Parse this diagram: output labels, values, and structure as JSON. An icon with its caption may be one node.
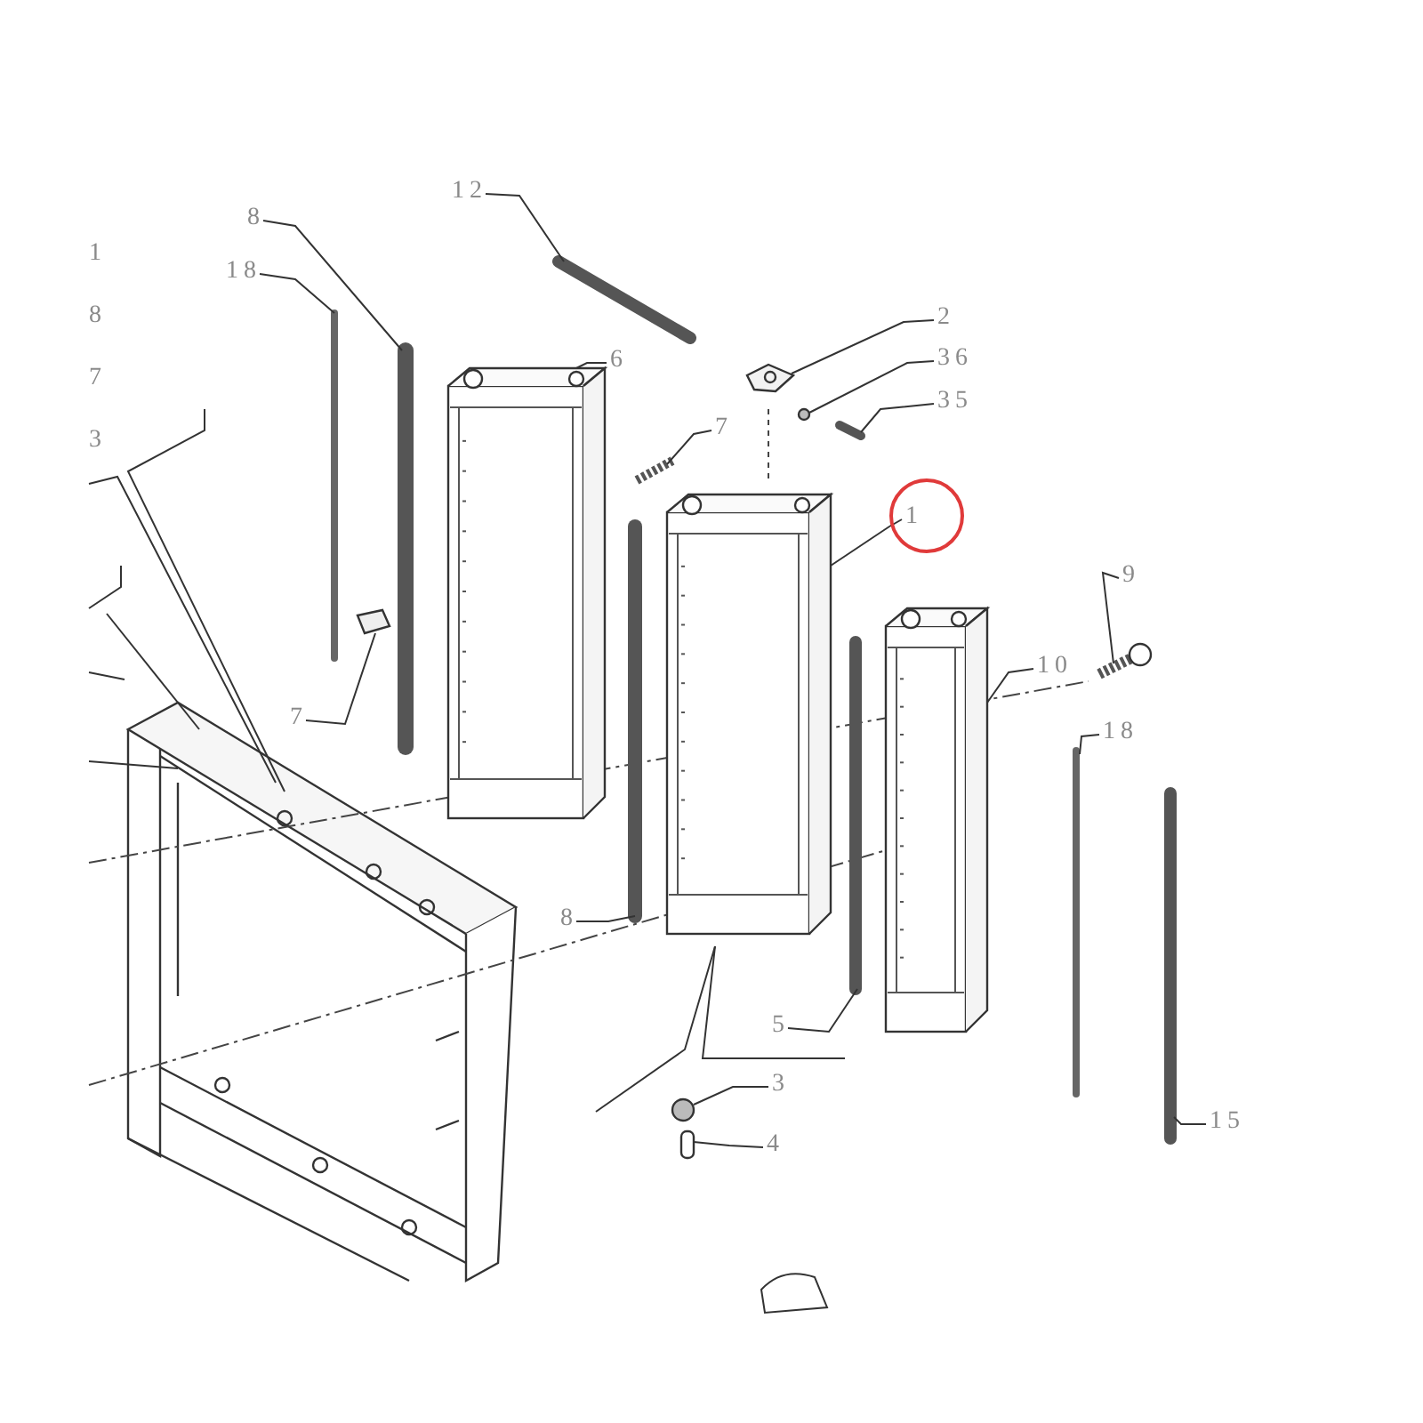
{
  "diagram": {
    "nodes": [
      {
        "text": [
          "12"
        ]
      },
      {
        "text": [
          "8"
        ]
      },
      {
        "text": [
          "18"
        ]
      },
      {
        "text": [
          "7"
        ]
      },
      {
        "text": [
          "6"
        ]
      },
      {
        "text": [
          "7"
        ]
      },
      {
        "text": [
          "2"
        ]
      },
      {
        "text": [
          "36"
        ]
      },
      {
        "text": [
          "35"
        ]
      },
      {
        "text": [
          "1"
        ]
      },
      {
        "text": [
          "10"
        ]
      },
      {
        "text": [
          "9"
        ]
      },
      {
        "text": [
          "18"
        ]
      },
      {
        "text": [
          "15"
        ]
      },
      {
        "text": [
          "8"
        ]
      },
      {
        "text": [
          "5"
        ]
      },
      {
        "text": [
          "3"
        ]
      },
      {
        "text": [
          "4"
        ]
      },
      {
        "text": [],
        "shape": "bar"
      },
      {
        "text": [],
        "shape": "bar"
      },
      {
        "text": [],
        "shape": "bar"
      },
      {
        "text": [],
        "shape": "picture"
      },
      {
        "text": [],
        "shape": "picture"
      },
      {
        "text": [],
        "shape": "picture"
      },
      {
        "text": [],
        "shape": "picture"
      },
      {
        "text": [],
        "shape": "circle"
      },
      {
        "text": [],
        "shape": "bar"
      },
      {
        "text": [],
        "shape": "picture"
      },
      {
        "text": [],
        "shape": "picture"
      },
      {
        "text": [],
        "shape": "picture"
      },
      {
        "text": [],
        "shape": "bar"
      },
      {
        "text": [],
        "shape": "bar"
      },
      {
        "text": [],
        "shape": "bar"
      },
      {
        "text": [],
        "shape": "bar"
      },
      {
        "text": [],
        "shape": "circle"
      },
      {
        "text": [],
        "shape": "box"
      }
    ],
    "edges": [
      {
        "from": 0,
        "to": 18,
        "arrow": "none"
      },
      {
        "from": 1,
        "to": 19,
        "arrow": "none"
      },
      {
        "from": 2,
        "to": 20,
        "arrow": "none"
      },
      {
        "from": 3,
        "to": 21,
        "arrow": "none"
      },
      {
        "from": 4,
        "to": 22,
        "arrow": "none"
      },
      {
        "from": 5,
        "to": 23,
        "arrow": "none"
      },
      {
        "from": 6,
        "to": 24,
        "arrow": "none"
      },
      {
        "from": 7,
        "to": 25,
        "arrow": "none"
      },
      {
        "from": 8,
        "to": 26,
        "arrow": "none"
      },
      {
        "from": 9,
        "to": 27,
        "arrow": "none"
      },
      {
        "from": 10,
        "to": 28,
        "arrow": "none"
      },
      {
        "from": 11,
        "to": 29,
        "arrow": "none"
      },
      {
        "from": 12,
        "to": 30,
        "arrow": "none"
      },
      {
        "from": 13,
        "to": 31,
        "arrow": "none"
      },
      {
        "from": 14,
        "to": 32,
        "arrow": "none"
      },
      {
        "from": 15,
        "to": 33,
        "arrow": "none"
      },
      {
        "from": 16,
        "to": 34,
        "arrow": "none"
      },
      {
        "from": 17,
        "to": 35,
        "arrow": "none"
      },
      {
        "from": null,
        "to": 27,
        "arrow": "none"
      },
      {
        "from": null,
        "to": 27,
        "arrow": "none"
      }
    ],
    "labels": [
      "1",
      "8",
      "7",
      "3"
    ]
  }
}
